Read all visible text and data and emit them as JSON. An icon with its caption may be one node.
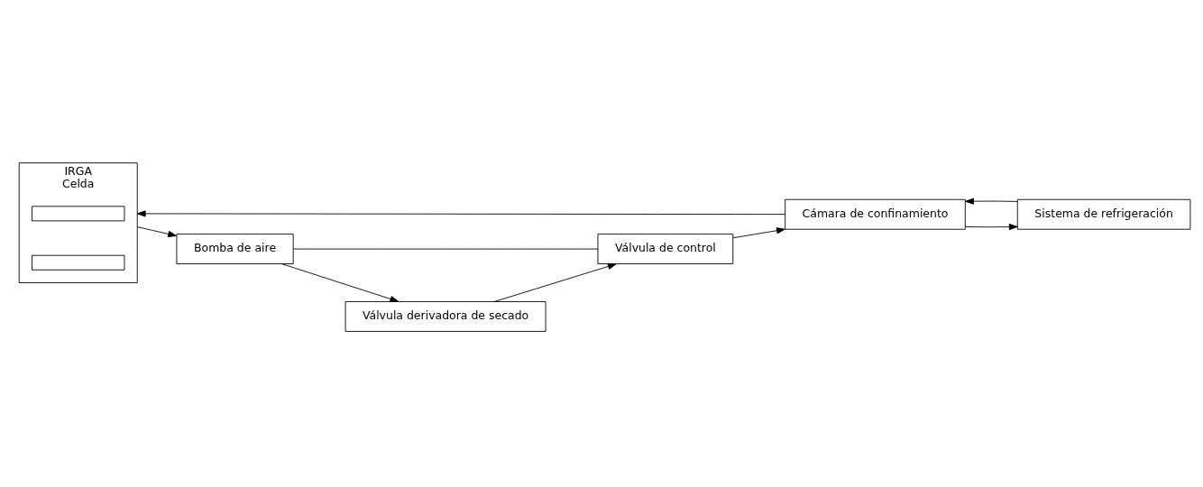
{
  "diagram": {
    "nodes": [
      {
        "text": [
          "Cámara de confinamiento"
        ]
      },
      {
        "text": [
          "Sistema de refrigeración"
        ]
      },
      {
        "text": [
          "IRGA",
          "Celda"
        ]
      },
      {
        "text": [],
        "shape": "box",
        "in": 2
      },
      {
        "text": [],
        "shape": "box",
        "in": 2
      },
      {
        "text": [
          "Válvula de control"
        ]
      },
      {
        "text": [
          "Válvula derivadora de secado"
        ]
      },
      {
        "text": [
          "Bomba de aire"
        ]
      }
    ],
    "edges": [
      {
        "from": 5,
        "to": 0,
        "arrow": "to"
      },
      {
        "from": 0,
        "to": 2,
        "arrow": "to"
      },
      {
        "from": 0,
        "to": 1,
        "arrow": "to"
      },
      {
        "from": 1,
        "to": 0,
        "arrow": "to"
      },
      {
        "from": 2,
        "to": 7,
        "arrow": "to"
      },
      {
        "from": 7,
        "to": 6,
        "arrow": "to"
      },
      {
        "from": 7,
        "to": 5,
        "arrow": "none"
      },
      {
        "from": 6,
        "to": 5,
        "arrow": "to"
      }
    ]
  }
}
